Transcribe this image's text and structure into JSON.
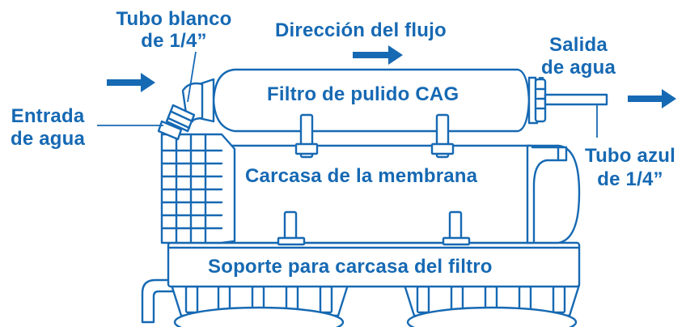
{
  "colors": {
    "accent": "#1669b3",
    "outline": "#1669b3",
    "fill": "#ffffff"
  },
  "labels": {
    "tubo_blanco": {
      "line1": "Tubo blanco",
      "line2": "de 1/4”"
    },
    "direccion_flujo": "Dirección del flujo",
    "salida_agua": {
      "line1": "Salida",
      "line2": "de agua"
    },
    "entrada_agua": {
      "line1": "Entrada",
      "line2": "de agua"
    },
    "filtro_pulido": "Filtro de pulido CAG",
    "tubo_azul": {
      "line1": "Tubo azul",
      "line2": "de 1/4”"
    },
    "carcasa_membrana": "Carcasa de la membrana",
    "soporte": "Soporte para carcasa del filtro"
  },
  "arrows": [
    "flow-arrow-inlet",
    "flow-arrow-direction",
    "flow-arrow-outlet"
  ]
}
